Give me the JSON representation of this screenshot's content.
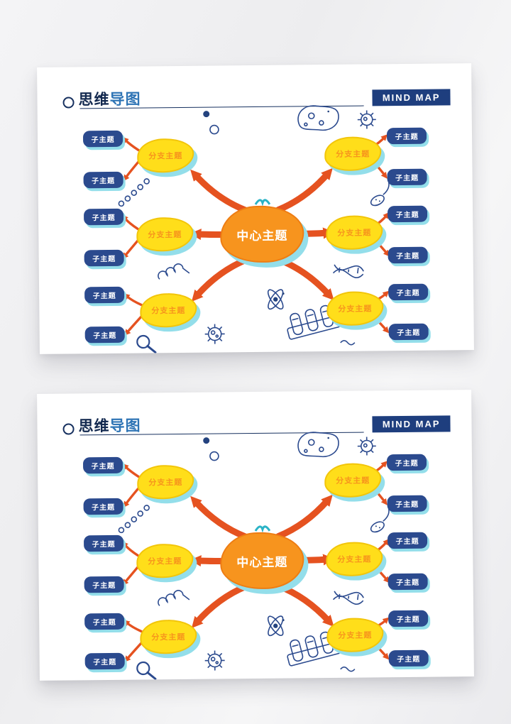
{
  "page": {
    "background": "#f1f1f3"
  },
  "card": {
    "header": {
      "title_primary": "思维",
      "title_secondary": "导图",
      "badge": "MIND MAP"
    },
    "center": {
      "label": "中心主题"
    },
    "branches": [
      {
        "label": "分支主题"
      },
      {
        "label": "分支主题"
      },
      {
        "label": "分支主题"
      },
      {
        "label": "分支主题"
      },
      {
        "label": "分支主题"
      },
      {
        "label": "分支主题"
      }
    ],
    "subtopics": [
      {
        "label": "子主题"
      },
      {
        "label": "子主题"
      },
      {
        "label": "子主题"
      },
      {
        "label": "子主题"
      },
      {
        "label": "子主题"
      },
      {
        "label": "子主题"
      },
      {
        "label": "子主题"
      },
      {
        "label": "子主题"
      },
      {
        "label": "子主题"
      },
      {
        "label": "子主题"
      },
      {
        "label": "子主题"
      },
      {
        "label": "子主题"
      }
    ],
    "colors": {
      "center_fill": "#F7941E",
      "branch_fill": "#FFDE1A",
      "branch_text": "#F7941D",
      "subtopic_fill": "#2B4A8E",
      "node_shadow": "#93DEEA",
      "arrow": "#E55220",
      "doodle_navy": "#2B4A8E",
      "badge_bg": "#1E3E7E",
      "title_primary": "#13294F",
      "title_secondary": "#2E74B5"
    },
    "decor_icons": [
      "dots-icon",
      "bacteria-icon",
      "virus-icon",
      "beads-icon",
      "flagellate-icon",
      "coil-icon",
      "dna-icon",
      "atom-icon",
      "virus2-icon",
      "test-tubes-icon",
      "magnifier-icon",
      "squiggle-icon",
      "center-sprout-icon"
    ]
  }
}
